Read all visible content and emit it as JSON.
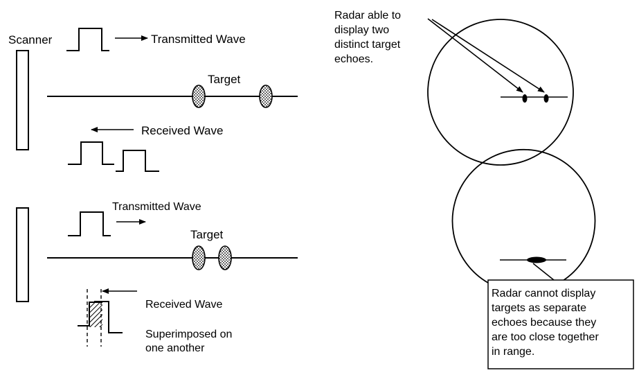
{
  "labels": {
    "scanner": "Scanner",
    "top_transmitted": "Transmitted Wave",
    "top_target": "Target",
    "top_received": "Received Wave",
    "bottom_transmitted": "Transmitted Wave",
    "bottom_target": "Target",
    "bottom_received": "Received Wave",
    "superimposed_line1": "Superimposed on",
    "superimposed_line2": "one another"
  },
  "top_callout": {
    "line1": "Radar able to",
    "line2": "display two",
    "line3": "distinct target",
    "line4": "echoes."
  },
  "bottom_callout": {
    "line1": "Radar cannot display",
    "line2": "targets as separate",
    "line3": "echoes because they",
    "line4": "are too close together",
    "line5": "in range."
  }
}
